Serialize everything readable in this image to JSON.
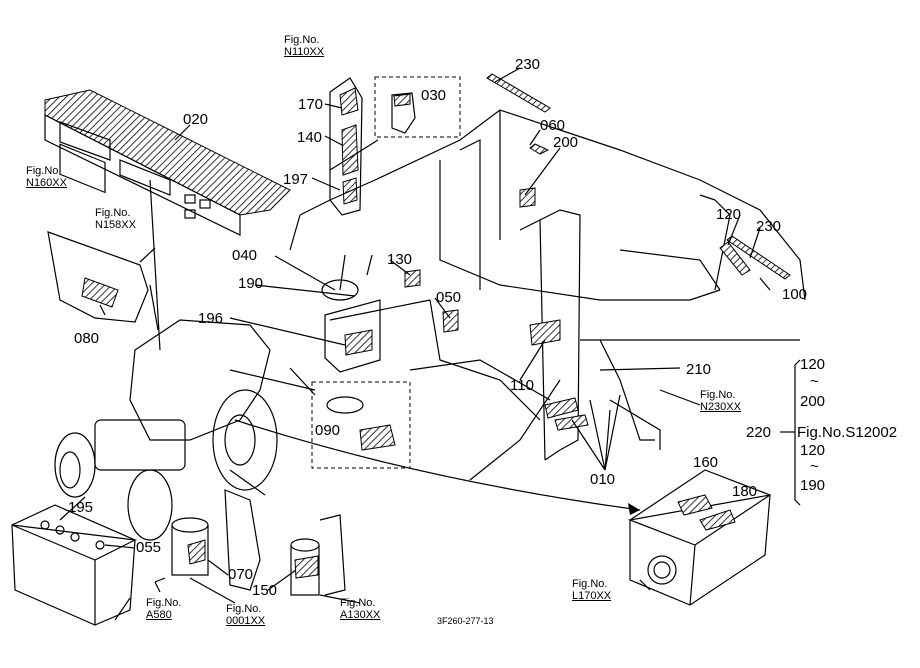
{
  "parts": {
    "p020": "020",
    "p030": "030",
    "p040": "040",
    "p050": "050",
    "p055": "055",
    "p060": "060",
    "p070": "070",
    "p080": "080",
    "p090": "090",
    "p100": "100",
    "p110": "110",
    "p120a": "120",
    "p120b": "120",
    "p120c": "120",
    "p130": "130",
    "p140": "140",
    "p150": "150",
    "p160": "160",
    "p170": "170",
    "p180": "180",
    "p190a": "190",
    "p190b": "190",
    "p195": "195",
    "p196": "196",
    "p197": "197",
    "p200a": "200",
    "p200b": "200",
    "p210": "210",
    "p220": "220",
    "p230a": "230",
    "p230b": "230",
    "p010": "010",
    "tilde1": "~",
    "tilde2": "~"
  },
  "fig_refs": {
    "n110": {
      "label": "Fig.No.",
      "ref": "N110XX"
    },
    "n160": {
      "label": "Fig.No.",
      "ref": "N160XX"
    },
    "n158": {
      "label": "Fig.No.",
      "ref": "N158XX"
    },
    "n230": {
      "label": "Fig.No.",
      "ref": "N230XX"
    },
    "s12002": {
      "text": "Fig.No.S12002"
    },
    "l170": {
      "label": "Fig.No.",
      "ref": "L170XX"
    },
    "a580": {
      "label": "Fig.No.",
      "ref": "A580"
    },
    "n0001": {
      "label": "Fig.No.",
      "ref": "0001XX"
    },
    "a130": {
      "label": "Fig.No.",
      "ref": "A130XX"
    }
  },
  "drawing_code": "3F260-277-13"
}
